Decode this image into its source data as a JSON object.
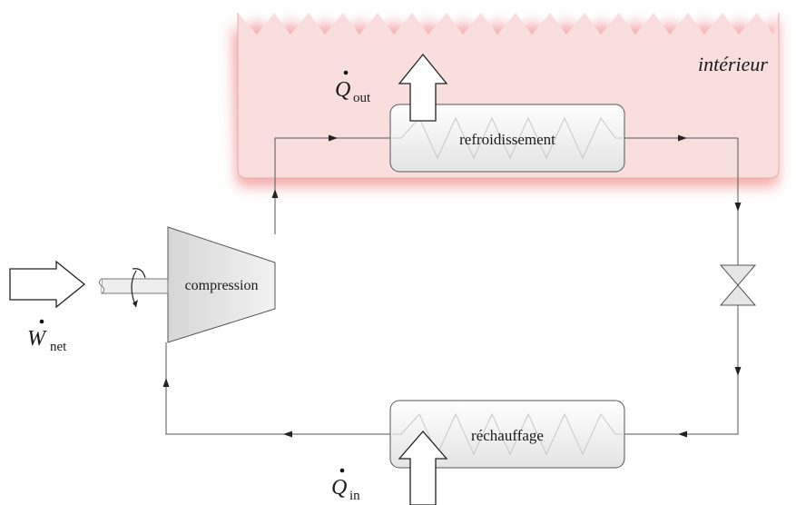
{
  "zone": {
    "label": "intérieur",
    "color": "#f2b0b0"
  },
  "components": {
    "cooling": "refroidissement",
    "compressor": "compression",
    "heating": "réchauffage"
  },
  "flows": {
    "q_out": {
      "symbol": "Q",
      "sub": "out"
    },
    "q_in": {
      "symbol": "Q",
      "sub": "in"
    },
    "w_net": {
      "symbol": "W",
      "sub": "net"
    }
  }
}
